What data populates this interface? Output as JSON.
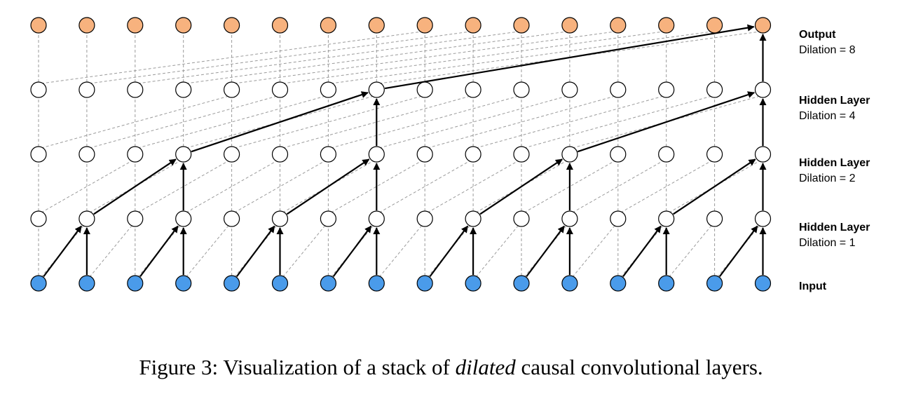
{
  "layers": [
    {
      "title": "Output",
      "subtitle": "Dilation = 8"
    },
    {
      "title": "Hidden Layer",
      "subtitle": "Dilation = 4"
    },
    {
      "title": "Hidden Layer",
      "subtitle": "Dilation = 2"
    },
    {
      "title": "Hidden Layer",
      "subtitle": "Dilation = 1"
    },
    {
      "title": "Input",
      "subtitle": ""
    }
  ],
  "node_count_per_layer": 16,
  "dilations_bottom_up": [
    1,
    2,
    4,
    8
  ],
  "colors": {
    "output_fill": "#F7B27E",
    "input_fill": "#4A9BEA",
    "hidden_fill": "#FFFFFF",
    "node_stroke": "#000000",
    "dashed_line": "#9a9a9a",
    "arrow": "#000000"
  },
  "caption": {
    "prefix": "Figure 3: Visualization of a stack of ",
    "emphasis": "dilated",
    "suffix": " causal convolutional layers."
  }
}
